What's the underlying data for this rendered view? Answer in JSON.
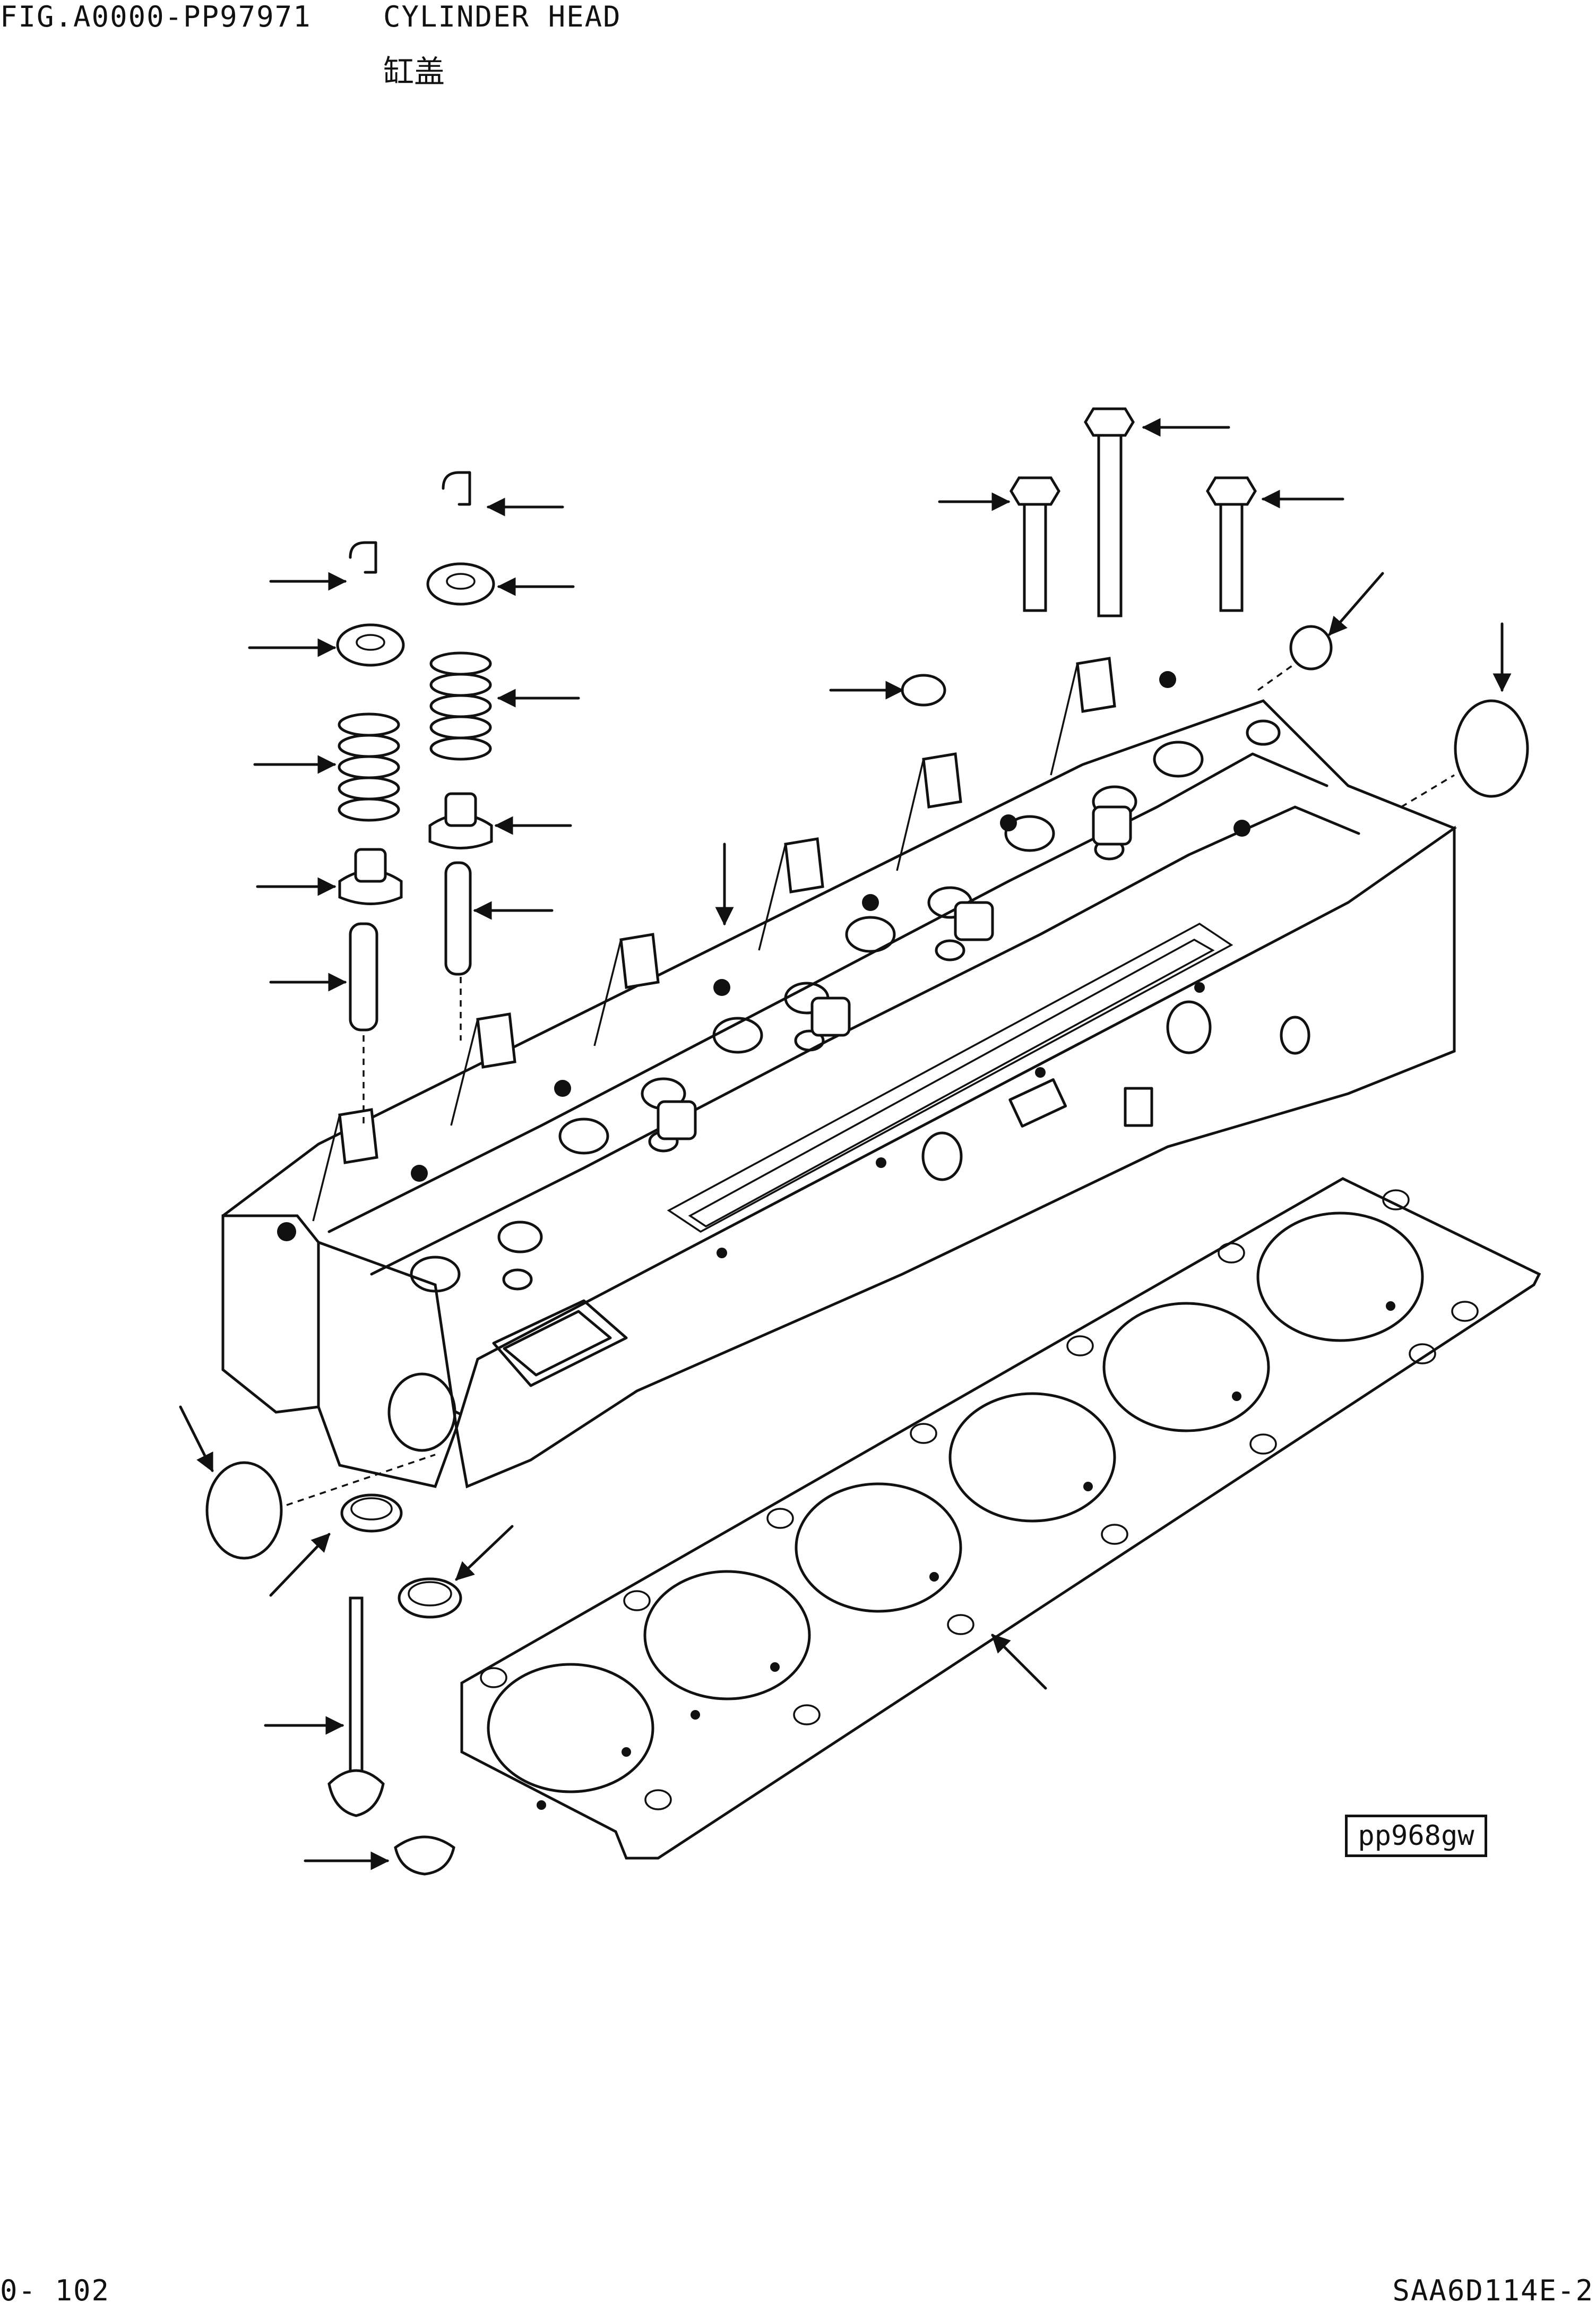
{
  "header": {
    "figure_number": "FIG.A0000-PP97971",
    "title_en": "CYLINDER HEAD",
    "title_cn": "缸盖"
  },
  "drawing": {
    "reference_code": "pp968gw",
    "subject": "cylinder-head-exploded-view"
  },
  "footer": {
    "page_number": "0- 102",
    "model_code": "SAA6D114E-2"
  }
}
